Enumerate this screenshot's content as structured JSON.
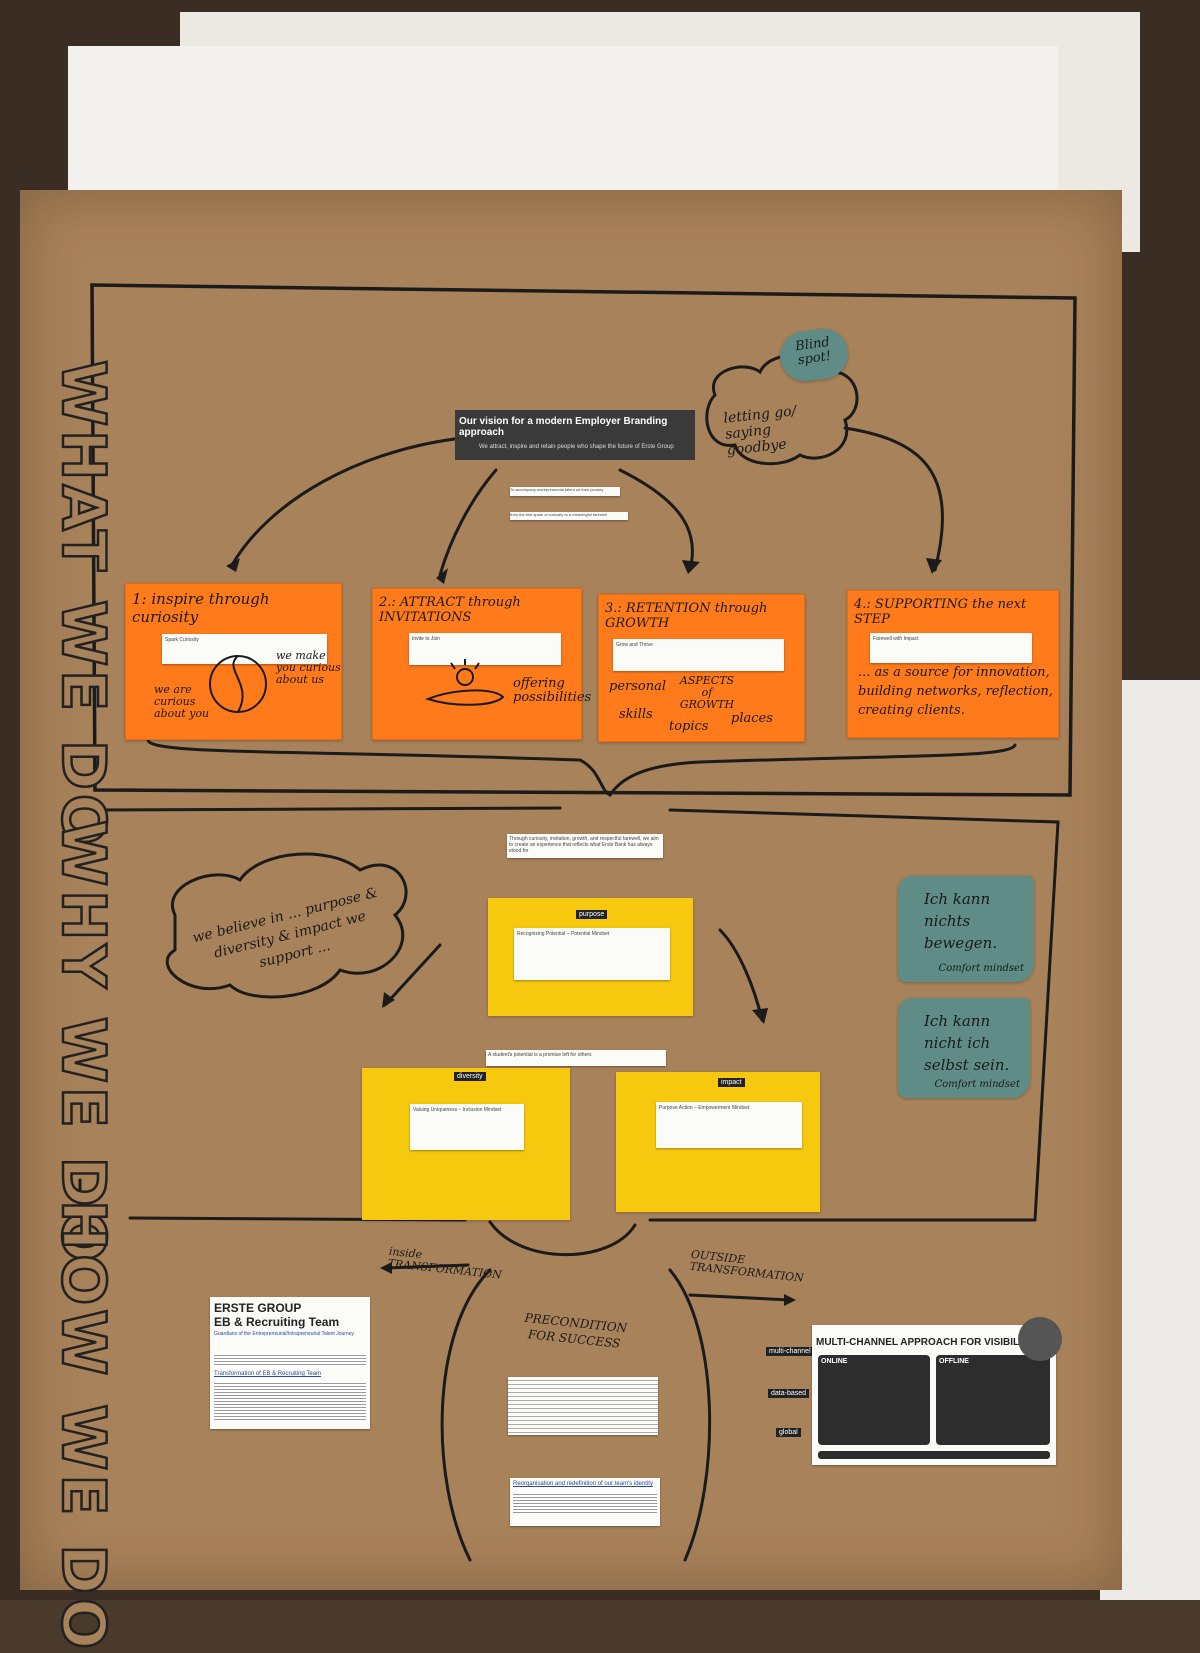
{
  "side_title": {
    "what": "WHAT WE DO",
    "why": "WHY WE DO",
    "how": "HOW WE DO"
  },
  "vision": {
    "title": "Our vision for a modern Employer Branding approach",
    "line1": "We attract, inspire and retain people who shape the future of Erste Group",
    "slip1": "To accompany entrepreneurial talent on their journey",
    "slip2": "from the first spark of curiosity to a meaningful farewell"
  },
  "blind_spot": {
    "label": "Blind spot!",
    "cloud": "letting go/ saying goodbye"
  },
  "steps": [
    {
      "title": "1: inspire through curiosity",
      "slip": "Spark Curiosity",
      "note_left": "we are curious about you",
      "note_right": "we make you curious about us"
    },
    {
      "title": "2.: ATTRACT through INVITATIONS",
      "slip": "Invite to Join",
      "note": "offering possibilities"
    },
    {
      "title": "3.: RETENTION through GROWTH",
      "slip": "Grow and Thrive",
      "words": [
        "personal",
        "ASPECTS of GROWTH",
        "skills",
        "topics",
        "places"
      ]
    },
    {
      "title": "4.: SUPPORTING the next STEP",
      "slip": "Farewell with Impact",
      "note": "... as a source for innovation, building networks, reflection, creating clients."
    }
  ],
  "why_section": {
    "belief_cloud": "we believe in ... purpose & diversity & impact we support ...",
    "center_slip": "Through curiosity, invitation, growth, and respectful farewell, we aim to create an experience that reflects what Erste Bank has always stood for",
    "top_card": {
      "tag": "purpose",
      "heading": "Recognizing Potential",
      "mindset": "Potential Mindset"
    },
    "left_card": {
      "tag": "diversity",
      "heading": "Valuing Uniqueness",
      "mindset": "Inclusion Mindset"
    },
    "right_card": {
      "tag": "impact",
      "heading": "Purpose Action",
      "mindset": "Empowerment Mindset"
    },
    "quote_slip": "A student's potential is a promise left for others",
    "teal1": {
      "text": "Ich kann nichts bewegen.",
      "sign": "Comfort mindset"
    },
    "teal2": {
      "text": "Ich kann nicht ich selbst sein.",
      "sign": "Comfort mindset"
    }
  },
  "how_section": {
    "inside": "inside TRANSFORMATION",
    "outside": "OUTSIDE TRANSFORMATION",
    "precondition": "PRECONDITION FOR SUCCESS",
    "erste": {
      "line1": "ERSTE GROUP",
      "line2": "EB & Recruiting Team",
      "subtitle": "Guardians of the Entrepreneurial/Intrapreneurial Talent Journey",
      "section": "Transformation of EB & Recruiting Team"
    },
    "reorg": "Reorganisation and redefinition of our team's identity",
    "tags": [
      "multi-channel",
      "data-based",
      "global"
    ],
    "multichannel": {
      "title": "MULTI-CHANNEL APPROACH FOR VISIBILITY",
      "online": "ONLINE",
      "offline": "OFFLINE"
    }
  },
  "colors": {
    "kraft": "#a8825a",
    "orange": "#ff7a1a",
    "yellow": "#f6c90f",
    "teal": "#5f8c86"
  }
}
